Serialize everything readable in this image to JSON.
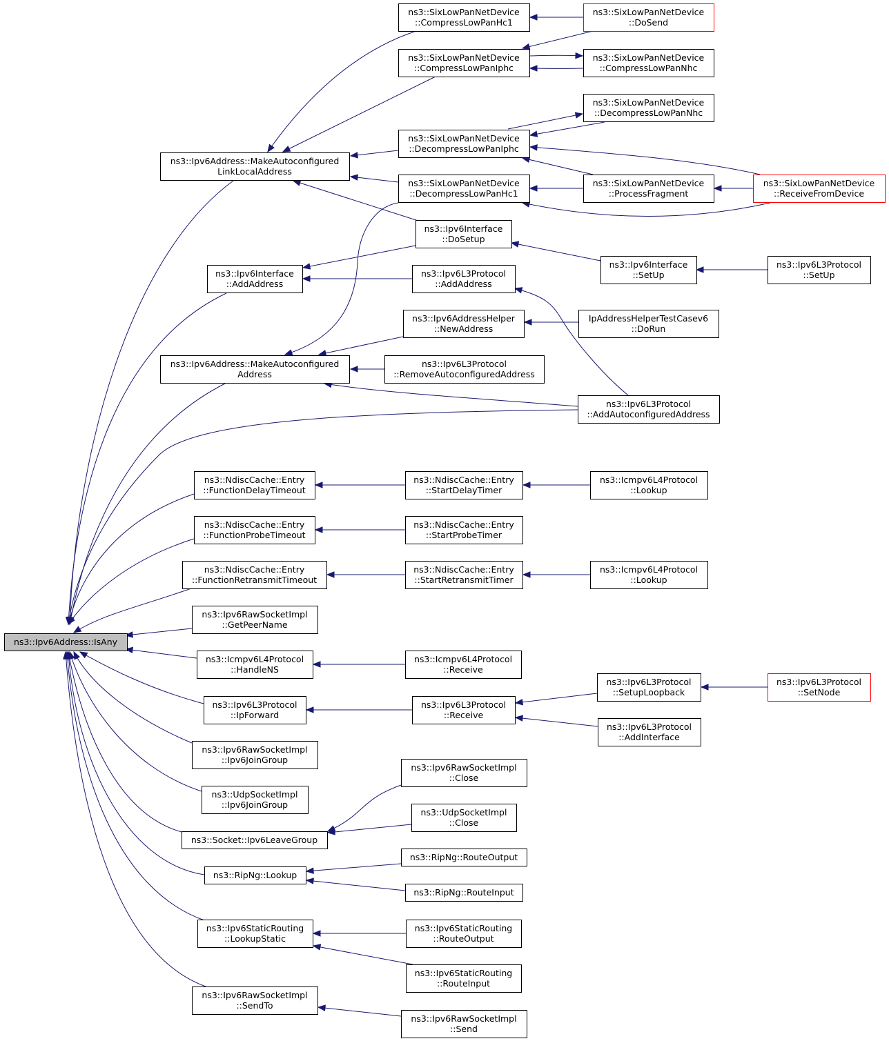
{
  "nodes": {
    "isany": {
      "lines": [
        "ns3::Ipv6Address::IsAny"
      ],
      "root": true
    },
    "mkll": {
      "lines": [
        "ns3::Ipv6Address::MakeAutoconfigured",
        "LinkLocalAddress"
      ]
    },
    "mkac": {
      "lines": [
        "ns3::Ipv6Address::MakeAutoconfigured",
        "Address"
      ]
    },
    "ifaddaddr": {
      "lines": [
        "ns3::Ipv6Interface",
        "::AddAddress"
      ]
    },
    "ndelay": {
      "lines": [
        "ns3::NdiscCache::Entry",
        "::FunctionDelayTimeout"
      ]
    },
    "nprobe": {
      "lines": [
        "ns3::NdiscCache::Entry",
        "::FunctionProbeTimeout"
      ]
    },
    "nretx": {
      "lines": [
        "ns3::NdiscCache::Entry",
        "::FunctionRetransmitTimeout"
      ]
    },
    "rawpeer": {
      "lines": [
        "ns3::Ipv6RawSocketImpl",
        "::GetPeerName"
      ]
    },
    "icmpns": {
      "lines": [
        "ns3::Icmpv6L4Protocol",
        "::HandleNS"
      ]
    },
    "l3ipfwd": {
      "lines": [
        "ns3::Ipv6L3Protocol",
        "::IpForward"
      ]
    },
    "rawjoin": {
      "lines": [
        "ns3::Ipv6RawSocketImpl",
        "::Ipv6JoinGroup"
      ]
    },
    "udpjoin": {
      "lines": [
        "ns3::UdpSocketImpl",
        "::Ipv6JoinGroup"
      ]
    },
    "sockleave": {
      "lines": [
        "ns3::Socket::Ipv6LeaveGroup"
      ]
    },
    "riplookup": {
      "lines": [
        "ns3::RipNg::Lookup"
      ]
    },
    "srlookup": {
      "lines": [
        "ns3::Ipv6StaticRouting",
        "::LookupStatic"
      ]
    },
    "rawsendto": {
      "lines": [
        "ns3::Ipv6RawSocketImpl",
        "::SendTo"
      ]
    },
    "hc1": {
      "lines": [
        "ns3::SixLowPanNetDevice",
        "::CompressLowPanHc1"
      ]
    },
    "iphc": {
      "lines": [
        "ns3::SixLowPanNetDevice",
        "::CompressLowPanIphc"
      ]
    },
    "diphc": {
      "lines": [
        "ns3::SixLowPanNetDevice",
        "::DecompressLowPanIphc"
      ]
    },
    "dhc1": {
      "lines": [
        "ns3::SixLowPanNetDevice",
        "::DecompressLowPanHc1"
      ]
    },
    "ifdosetup": {
      "lines": [
        "ns3::Ipv6Interface",
        "::DoSetup"
      ]
    },
    "l3addaddr": {
      "lines": [
        "ns3::Ipv6L3Protocol",
        "::AddAddress"
      ]
    },
    "helpernew": {
      "lines": [
        "ns3::Ipv6AddressHelper",
        "::NewAddress"
      ]
    },
    "l3remove": {
      "lines": [
        "ns3::Ipv6L3Protocol",
        "::RemoveAutoconfiguredAddress"
      ]
    },
    "startdelay": {
      "lines": [
        "ns3::NdiscCache::Entry",
        "::StartDelayTimer"
      ]
    },
    "startprobe": {
      "lines": [
        "ns3::NdiscCache::Entry",
        "::StartProbeTimer"
      ]
    },
    "startretx": {
      "lines": [
        "ns3::NdiscCache::Entry",
        "::StartRetransmitTimer"
      ]
    },
    "icmprecv": {
      "lines": [
        "ns3::Icmpv6L4Protocol",
        "::Receive"
      ]
    },
    "l3recv": {
      "lines": [
        "ns3::Ipv6L3Protocol",
        "::Receive"
      ]
    },
    "rawclose": {
      "lines": [
        "ns3::Ipv6RawSocketImpl",
        "::Close"
      ]
    },
    "udpclose": {
      "lines": [
        "ns3::UdpSocketImpl",
        "::Close"
      ]
    },
    "riprouteout": {
      "lines": [
        "ns3::RipNg::RouteOutput"
      ]
    },
    "riproutein": {
      "lines": [
        "ns3::RipNg::RouteInput"
      ]
    },
    "srrouteout": {
      "lines": [
        "ns3::Ipv6StaticRouting",
        "::RouteOutput"
      ]
    },
    "srroutein": {
      "lines": [
        "ns3::Ipv6StaticRouting",
        "::RouteInput"
      ]
    },
    "rawsend": {
      "lines": [
        "ns3::Ipv6RawSocketImpl",
        "::Send"
      ]
    },
    "dosend": {
      "lines": [
        "ns3::SixLowPanNetDevice",
        "::DoSend"
      ],
      "red": true
    },
    "cnhc": {
      "lines": [
        "ns3::SixLowPanNetDevice",
        "::CompressLowPanNhc"
      ]
    },
    "dnhc": {
      "lines": [
        "ns3::SixLowPanNetDevice",
        "::DecompressLowPanNhc"
      ]
    },
    "procfrag": {
      "lines": [
        "ns3::SixLowPanNetDevice",
        "::ProcessFragment"
      ]
    },
    "recvfrom": {
      "lines": [
        "ns3::SixLowPanNetDevice",
        "::ReceiveFromDevice"
      ],
      "red": true
    },
    "ifsetup": {
      "lines": [
        "ns3::Ipv6Interface",
        "::SetUp"
      ]
    },
    "l3setup": {
      "lines": [
        "ns3::Ipv6L3Protocol",
        "::SetUp"
      ]
    },
    "iphelpertest": {
      "lines": [
        "IpAddressHelperTestCasev6",
        "::DoRun"
      ]
    },
    "l3addauto": {
      "lines": [
        "ns3::Ipv6L3Protocol",
        "::AddAutoconfiguredAddress"
      ]
    },
    "icmplookup1": {
      "lines": [
        "ns3::Icmpv6L4Protocol",
        "::Lookup"
      ]
    },
    "icmplookup2": {
      "lines": [
        "ns3::Icmpv6L4Protocol",
        "::Lookup"
      ]
    },
    "setuploop": {
      "lines": [
        "ns3::Ipv6L3Protocol",
        "::SetupLoopback"
      ]
    },
    "addiface": {
      "lines": [
        "ns3::Ipv6L3Protocol",
        "::AddInterface"
      ]
    },
    "setnode": {
      "lines": [
        "ns3::Ipv6L3Protocol",
        "::SetNode"
      ],
      "red": true
    }
  },
  "edges": [
    [
      "mkll",
      "isany"
    ],
    [
      "mkac",
      "isany"
    ],
    [
      "ifaddaddr",
      "isany"
    ],
    [
      "ndelay",
      "isany"
    ],
    [
      "nprobe",
      "isany"
    ],
    [
      "nretx",
      "isany"
    ],
    [
      "rawpeer",
      "isany"
    ],
    [
      "icmpns",
      "isany"
    ],
    [
      "l3ipfwd",
      "isany"
    ],
    [
      "rawjoin",
      "isany"
    ],
    [
      "udpjoin",
      "isany"
    ],
    [
      "sockleave",
      "isany"
    ],
    [
      "riplookup",
      "isany"
    ],
    [
      "srlookup",
      "isany"
    ],
    [
      "rawsendto",
      "isany"
    ],
    [
      "l3addauto",
      "isany"
    ],
    [
      "hc1",
      "mkll"
    ],
    [
      "iphc",
      "mkll"
    ],
    [
      "diphc",
      "mkll"
    ],
    [
      "dhc1",
      "mkll"
    ],
    [
      "ifdosetup",
      "mkll"
    ],
    [
      "dosend",
      "hc1"
    ],
    [
      "dosend",
      "iphc"
    ],
    [
      "cnhc",
      "iphc"
    ],
    [
      "iphc",
      "cnhc"
    ],
    [
      "dnhc",
      "diphc"
    ],
    [
      "diphc",
      "dnhc"
    ],
    [
      "recvfrom",
      "diphc"
    ],
    [
      "procfrag",
      "diphc"
    ],
    [
      "procfrag",
      "dhc1"
    ],
    [
      "recvfrom",
      "dhc1"
    ],
    [
      "recvfrom",
      "procfrag"
    ],
    [
      "ifdosetup",
      "ifaddaddr"
    ],
    [
      "l3addaddr",
      "ifaddaddr"
    ],
    [
      "ifsetup",
      "ifdosetup"
    ],
    [
      "l3setup",
      "ifsetup"
    ],
    [
      "l3addauto",
      "l3addaddr"
    ],
    [
      "dhc1",
      "mkac"
    ],
    [
      "helpernew",
      "mkac"
    ],
    [
      "l3remove",
      "mkac"
    ],
    [
      "l3addauto",
      "mkac"
    ],
    [
      "iphelpertest",
      "helpernew"
    ],
    [
      "startdelay",
      "ndelay"
    ],
    [
      "icmplookup1",
      "startdelay"
    ],
    [
      "startprobe",
      "nprobe"
    ],
    [
      "startretx",
      "nretx"
    ],
    [
      "icmplookup2",
      "startretx"
    ],
    [
      "icmprecv",
      "icmpns"
    ],
    [
      "l3recv",
      "l3ipfwd"
    ],
    [
      "setuploop",
      "l3recv"
    ],
    [
      "addiface",
      "l3recv"
    ],
    [
      "setnode",
      "setuploop"
    ],
    [
      "rawclose",
      "sockleave"
    ],
    [
      "udpclose",
      "sockleave"
    ],
    [
      "riprouteout",
      "riplookup"
    ],
    [
      "riproutein",
      "riplookup"
    ],
    [
      "srrouteout",
      "srlookup"
    ],
    [
      "srroutein",
      "srlookup"
    ],
    [
      "rawsend",
      "rawsendto"
    ]
  ],
  "colors": {
    "edge": "#191970",
    "root_fill": "#bfbfbf",
    "highlight_border": "#ff0000"
  }
}
